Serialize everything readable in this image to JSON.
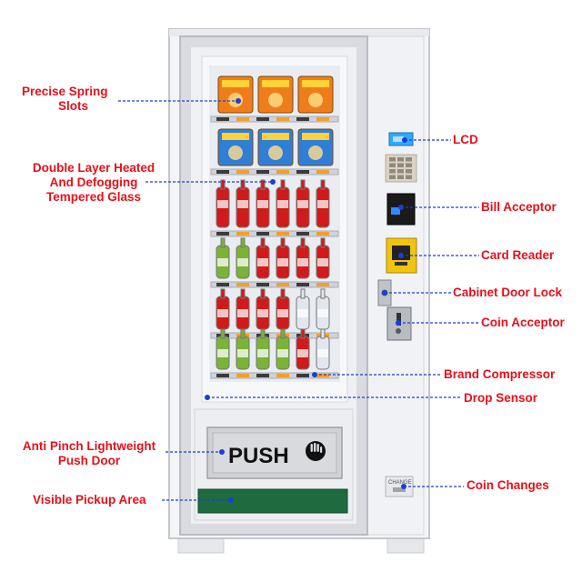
{
  "push_panel": {
    "label": "PUSH"
  },
  "coin_changes_plate": "CHANGE",
  "callouts": {
    "precise_spring_slots": [
      "Precise Spring",
      "Slots"
    ],
    "heated_glass": [
      "Double Layer Heated",
      "And Defogging",
      "Tempered Glass"
    ],
    "anti_pinch": [
      "Anti Pinch Lightweight",
      "Push Door"
    ],
    "pickup_area": "Visible Pickup Area",
    "lcd": "LCD",
    "bill_acceptor": "Bill Acceptor",
    "card_reader": "Card Reader",
    "door_lock": "Cabinet Door Lock",
    "coin_acceptor": "Coin Acceptor",
    "compressor": "Brand Compressor",
    "drop_sensor": "Drop Sensor",
    "coin_changes": "Coin Changes"
  },
  "colors": {
    "label_red": "#e8101a",
    "leader_blue": "#1a3fd6",
    "pickup_green": "#1f6a3f",
    "cabinet_white": "#f4f5f7",
    "frame_grey": "#c9ccd2"
  }
}
